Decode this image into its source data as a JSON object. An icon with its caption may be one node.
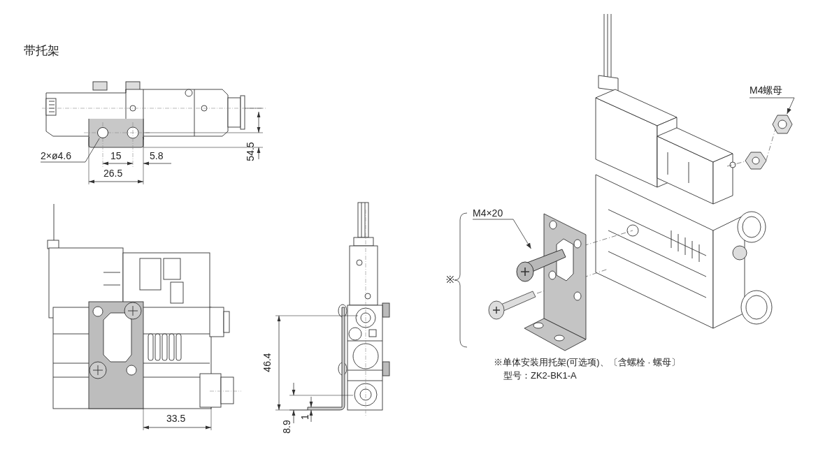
{
  "diagram": {
    "title": "带托架",
    "nodes": [
      {
        "text": [
          "2×ø4.6"
        ]
      },
      {
        "text": [],
        "shape": "circle"
      },
      {
        "text": [
          "M4×20"
        ]
      },
      {
        "text": [],
        "shape": "picture"
      },
      {
        "text": [
          "M4螺母"
        ]
      },
      {
        "text": [],
        "shape": "picture"
      }
    ],
    "edges": [
      {
        "from": 0,
        "to": 1,
        "arrow": "none"
      },
      {
        "from": 2,
        "to": 3,
        "arrow": "to"
      },
      {
        "from": 4,
        "to": 5,
        "arrow": "to"
      }
    ],
    "labels": [
      "54.5",
      "15",
      "5.8",
      "26.5",
      "33.5",
      "46.4",
      "8.9",
      "1",
      "※",
      "※单体安装用托架(可选项)、〔含螺栓 · 螺母〕",
      "型号：ZK2-BK1-A"
    ]
  }
}
